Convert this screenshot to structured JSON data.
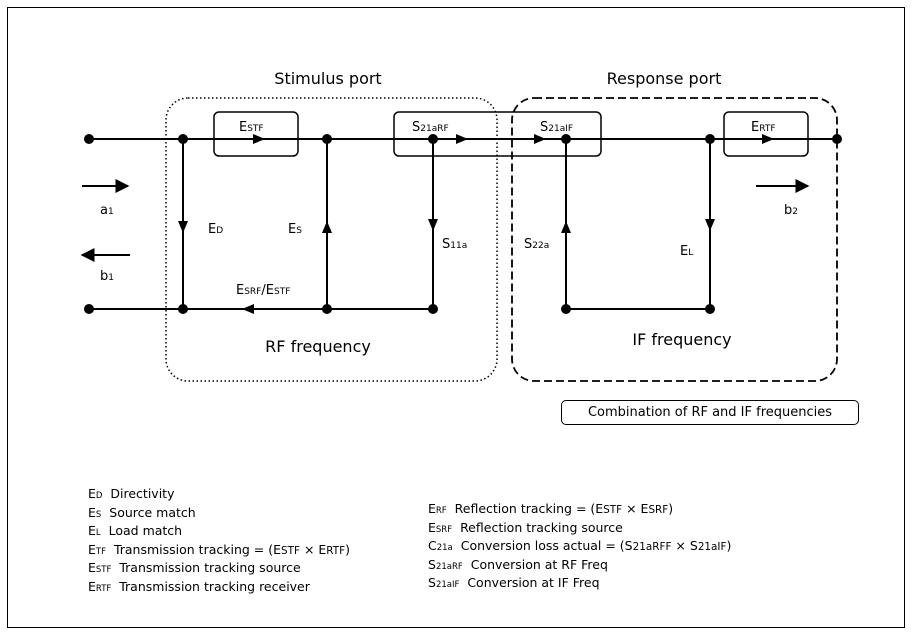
{
  "ports": {
    "stimulus": "Stimulus port",
    "response": "Response port"
  },
  "regions": {
    "rf": "RF frequency",
    "if": "IF frequency",
    "combination": "Combination of RF and IF frequencies"
  },
  "diagram_labels": {
    "estf": {
      "main": "E",
      "sub": "STF"
    },
    "s21arf": {
      "main": "S",
      "sub": "21aRF"
    },
    "s21aif": {
      "main": "S",
      "sub": "21aIF"
    },
    "ertf": {
      "main": "E",
      "sub": "RTF"
    },
    "a1": {
      "main": "a",
      "sub": "1"
    },
    "b1": {
      "main": "b",
      "sub": "1"
    },
    "b2": {
      "main": "b",
      "sub": "2"
    },
    "ed": {
      "main": "E",
      "sub": "D"
    },
    "es": {
      "main": "E",
      "sub": "S"
    },
    "s11a": {
      "main": "S",
      "sub": "11a"
    },
    "s22a": {
      "main": "S",
      "sub": "22a"
    },
    "el": {
      "main": "E",
      "sub": "L"
    },
    "esrf_estf": {
      "main1": "E",
      "sub1": "SRF",
      "slash": "/",
      "main2": "E",
      "sub2": "STF"
    }
  },
  "legend_left": [
    {
      "sym": "E",
      "sub": "D",
      "text": "Directivity"
    },
    {
      "sym": "E",
      "sub": "S",
      "text": "Source match"
    },
    {
      "sym": "E",
      "sub": "L",
      "text": "Load match"
    },
    {
      "sym": "E",
      "sub": "TF",
      "text": "Transmission tracking = (E",
      "s1": "STF",
      "mid": " × E",
      "s2": "RTF",
      "end": ")"
    },
    {
      "sym": "E",
      "sub": "STF",
      "text": "Transmission tracking source"
    },
    {
      "sym": "E",
      "sub": "RTF",
      "text": "Transmission tracking receiver"
    }
  ],
  "legend_right": [
    {
      "sym": "E",
      "sub": "RF",
      "text": "Reflection tracking = (E",
      "s1": "STF",
      "mid": " × E",
      "s2": "SRF",
      "end": ")"
    },
    {
      "sym": "E",
      "sub": "SRF",
      "text": "Reflection tracking source"
    },
    {
      "sym": "C",
      "sub": "21a",
      "text": "Conversion loss actual = (S",
      "s1": "21aRFF",
      "mid": " × S",
      "s2": "21aIF",
      "end": ")"
    },
    {
      "sym": "S",
      "sub": "21aRF",
      "text": "Conversion at RF Freq"
    },
    {
      "sym": "S",
      "sub": "21aIF",
      "text": "Conversion at IF Freq"
    }
  ]
}
